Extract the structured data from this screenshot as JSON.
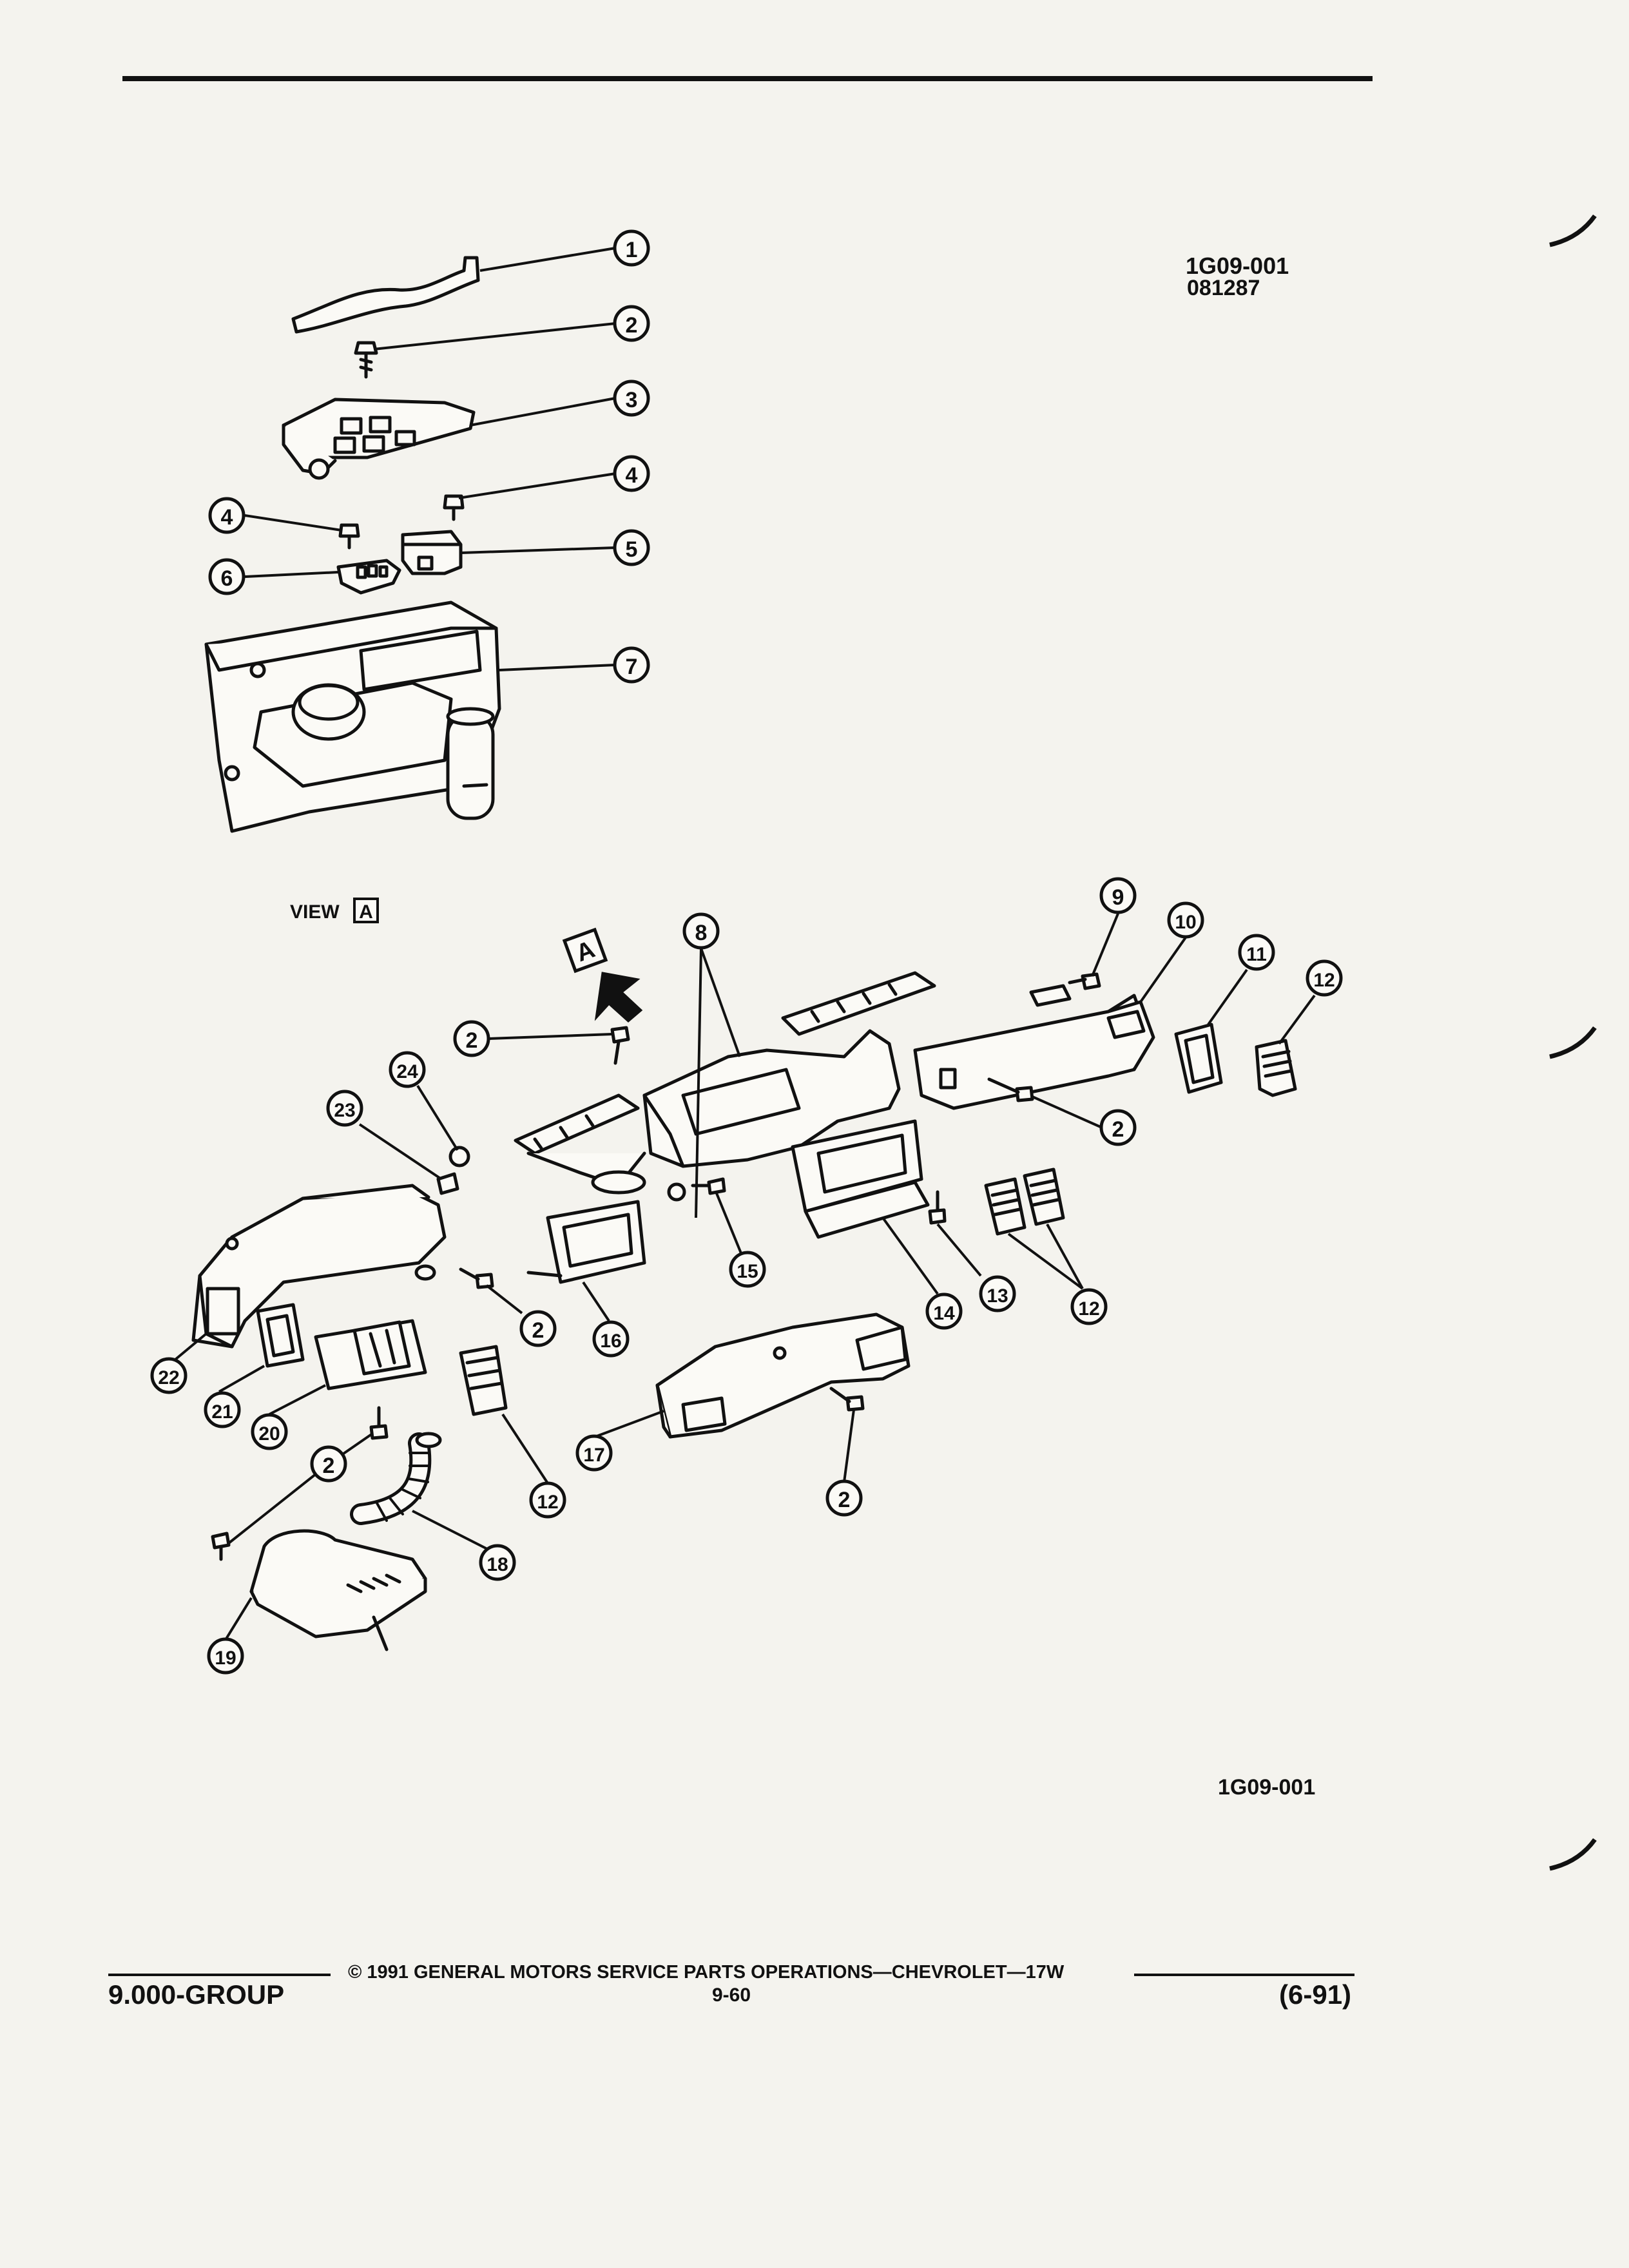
{
  "diagram": {
    "id_code": "1G09-001",
    "date_code": "081287",
    "bottom_code": "1G09-001",
    "view_label": "VIEW",
    "view_letter": "A",
    "arrow_letter": "A",
    "callouts": [
      "1",
      "2",
      "3",
      "4",
      "4",
      "5",
      "6",
      "7",
      "8",
      "9",
      "10",
      "11",
      "12",
      "2",
      "2",
      "24",
      "23",
      "15",
      "14",
      "13",
      "12",
      "16",
      "2",
      "22",
      "21",
      "20",
      "2",
      "12",
      "17",
      "2",
      "18",
      "19"
    ]
  },
  "footer": {
    "group": "9.000-GROUP",
    "copyright": "© 1991 GENERAL MOTORS SERVICE PARTS OPERATIONS—CHEVROLET—17W",
    "page_number": "9-60",
    "revision": "(6-91)"
  },
  "colors": {
    "ink": "#111111",
    "paper": "#f4f3ee",
    "part_fill": "#fbfaf6"
  }
}
